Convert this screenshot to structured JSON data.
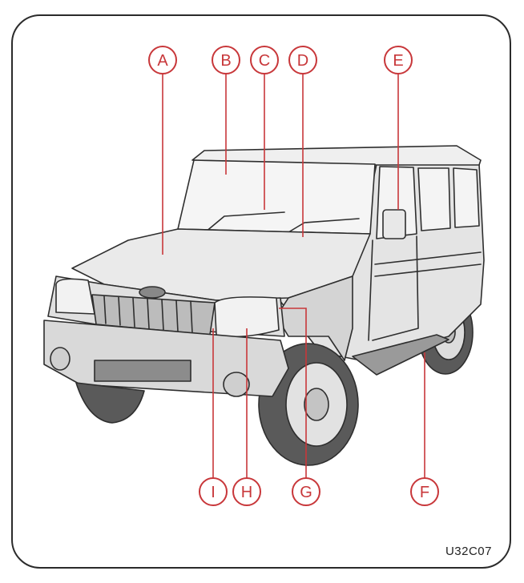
{
  "figure_code": "U32C07",
  "callouts": {
    "A": "A",
    "B": "B",
    "C": "C",
    "D": "D",
    "E": "E",
    "F": "F",
    "G": "G",
    "H": "H",
    "I": "I"
  },
  "colors": {
    "callout": "#c8373a",
    "outline": "#2e2e2e",
    "body_fill": "#e6e6e6",
    "shadow_fill": "#c9c9c9",
    "tyre_fill": "#5a5a5a"
  }
}
